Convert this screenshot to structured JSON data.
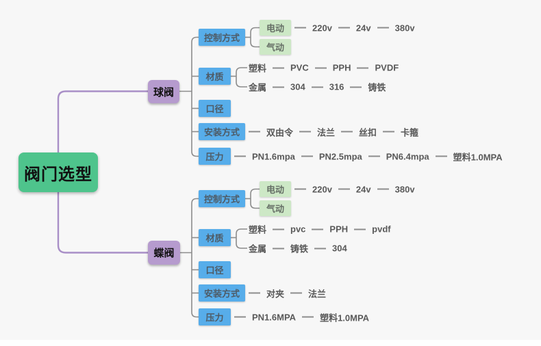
{
  "root": {
    "label": "阀门选型"
  },
  "branches": [
    {
      "label": "球阀",
      "control": {
        "label": "控制方式",
        "electric": {
          "label": "电动",
          "chain": [
            "220v",
            "24v",
            "380v"
          ]
        },
        "pneumatic": {
          "label": "气动"
        }
      },
      "material": {
        "label": "材质",
        "plastic": {
          "label": "塑料",
          "chain": [
            "PVC",
            "PPH",
            "PVDF"
          ]
        },
        "metal": {
          "label": "金属",
          "chain": [
            "304",
            "316",
            "铸铁"
          ]
        }
      },
      "diameter": {
        "label": "口径"
      },
      "install": {
        "label": "安装方式",
        "chain": [
          "双由令",
          "法兰",
          "丝扣",
          "卡箍"
        ]
      },
      "pressure": {
        "label": "压力",
        "chain": [
          "PN1.6mpa",
          "PN2.5mpa",
          "PN6.4mpa",
          "塑料1.0MPA"
        ]
      }
    },
    {
      "label": "蝶阀",
      "control": {
        "label": "控制方式",
        "electric": {
          "label": "电动",
          "chain": [
            "220v",
            "24v",
            "380v"
          ]
        },
        "pneumatic": {
          "label": "气动"
        }
      },
      "material": {
        "label": "材质",
        "plastic": {
          "label": "塑料",
          "chain": [
            "pvc",
            "PPH",
            "pvdf"
          ]
        },
        "metal": {
          "label": "金属",
          "chain": [
            "铸铁",
            "304"
          ]
        }
      },
      "diameter": {
        "label": "口径"
      },
      "install": {
        "label": "安装方式",
        "chain": [
          "对夹",
          "法兰"
        ]
      },
      "pressure": {
        "label": "压力",
        "chain": [
          "PN1.6MPA",
          "塑料1.0MPA"
        ]
      }
    }
  ],
  "colors": {
    "background": "#f7f7f7",
    "root_fill": "#4ec48c",
    "branch_fill": "#b69bce",
    "category_fill": "#57adea",
    "sub_fill": "#cde8c6",
    "leaf_text": "#595959",
    "line_gray": "#8c8c8c",
    "line_purple": "#a98fc7"
  }
}
